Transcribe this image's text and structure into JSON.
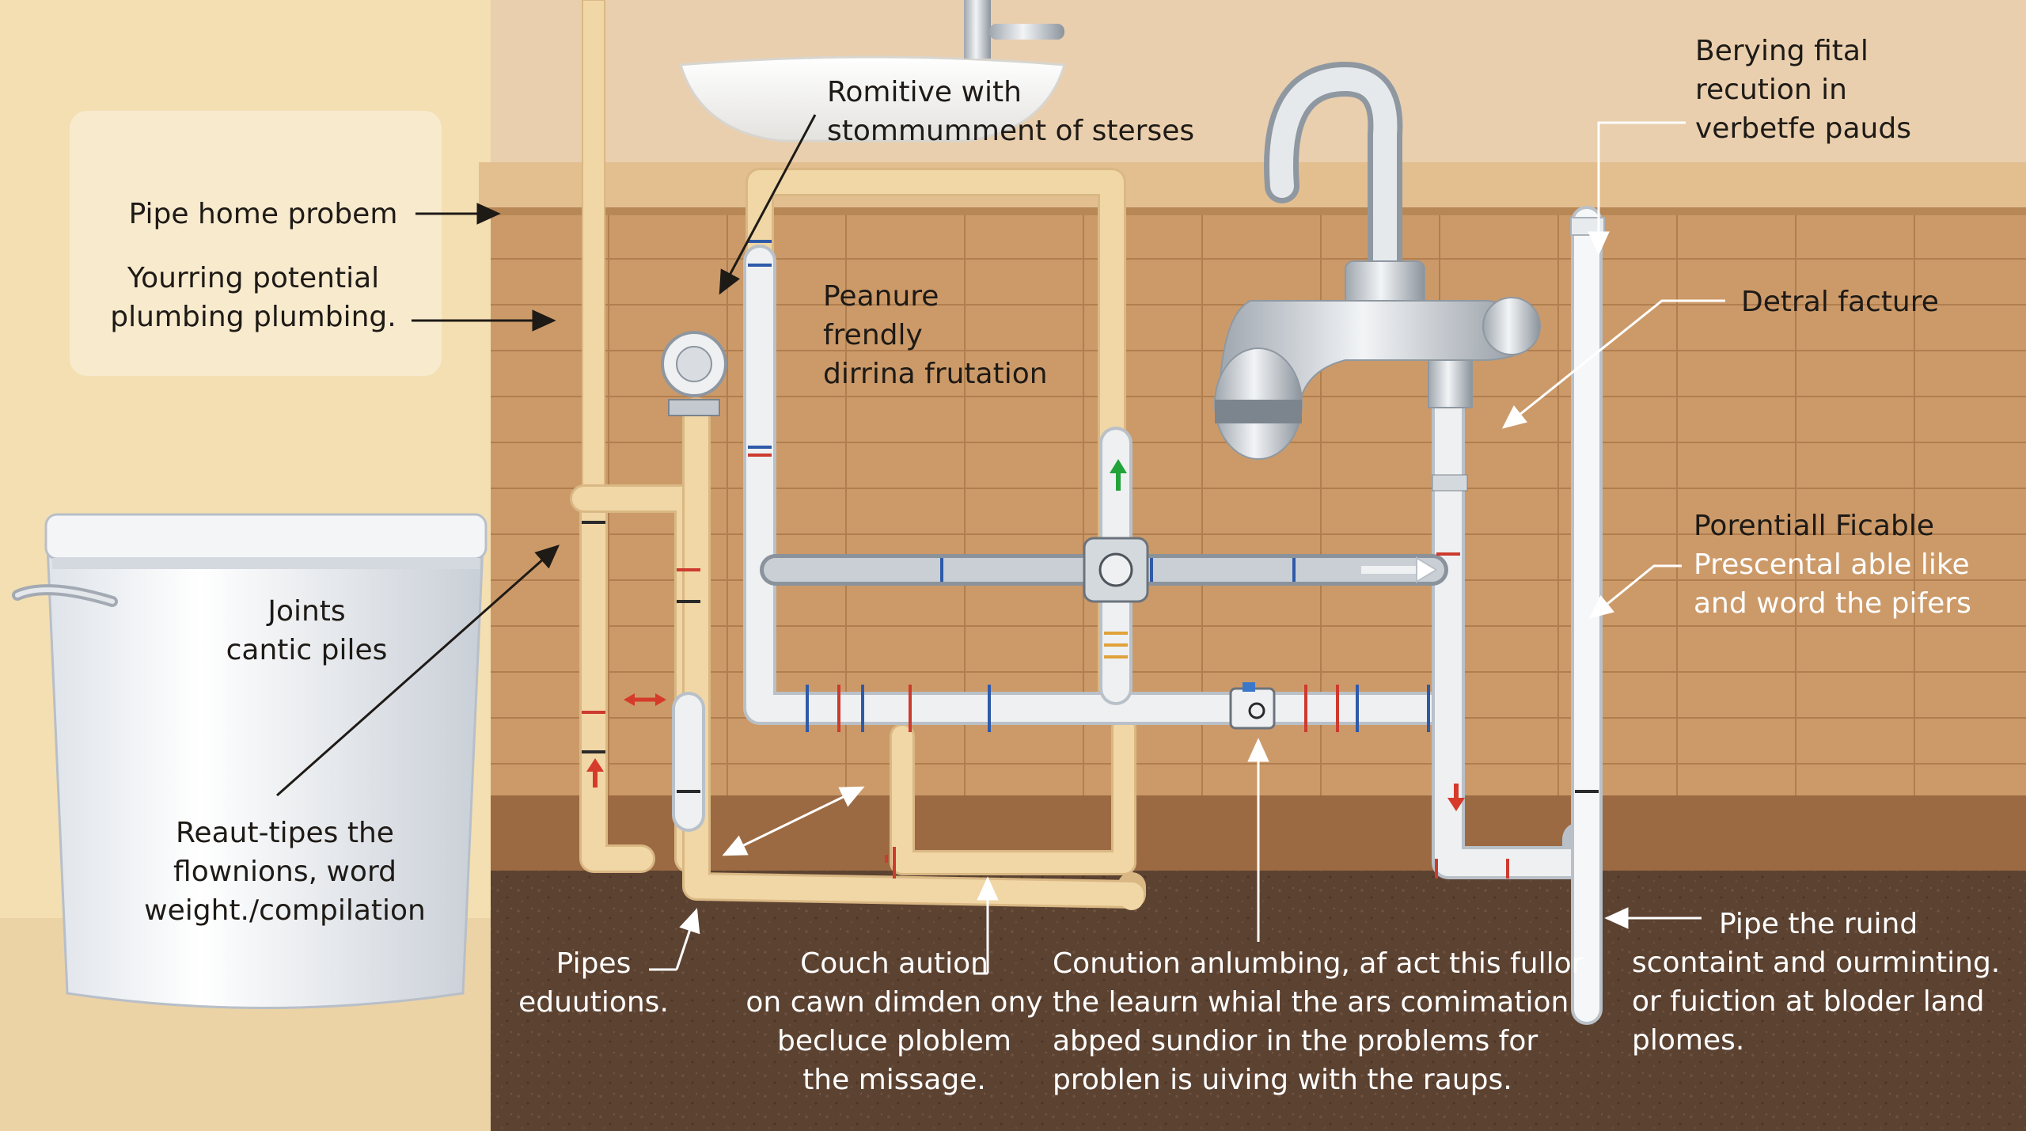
{
  "labels": {
    "top_center": [
      "Romitive with",
      "stommumment of sterses"
    ],
    "top_right": [
      "Berying fital",
      "recution in",
      "verbetfe pauds"
    ],
    "pipe_home": "Pipe home probem",
    "yourring": [
      "Yourring potential",
      "plumbing plumbing."
    ],
    "peanure": [
      "Peanure",
      "frendly",
      "dirrina frutation"
    ],
    "detral": "Detral facture",
    "joints": [
      "Joints",
      "cantic piles"
    ],
    "potential": [
      "Porentiall Ficable",
      "Prescental able like",
      "and  word the pifers"
    ],
    "reaut": [
      "Reaut-tipes the",
      "flownions, word",
      "weight./compilation"
    ],
    "pipes": [
      "Pipes",
      "eduutions."
    ],
    "couch": [
      "Couch aution",
      "on  cawn dimden ony",
      "becluce ploblem",
      "the missage."
    ],
    "conution": [
      "Conution anlumbing, af act this fullor",
      "the leaurn whial the ars comimation",
      "abped sundior in the problems for",
      "problen is uiving with the raups."
    ],
    "pipe_ruind": [
      "Pipe the ruind",
      "scontaint and ourminting.",
      "or fuiction at bloder land",
      "plomes."
    ]
  },
  "colors": {
    "supply_pipe": "#f1d6a6",
    "drain_pipe": "#eef0f2",
    "wall_tile": "#c99566",
    "floor": "#5a4130",
    "annotation_arrow": "#1e1a16",
    "flow_up": "#22a33a",
    "flow_down": "#d63a2a",
    "leak_marker": "#d63a2a"
  },
  "icons": [
    "faucet-icon",
    "water-heater-valve-icon",
    "shower-mixer-icon",
    "bucket-icon",
    "pipe-cross-fitting-icon",
    "flow-arrow-icon"
  ]
}
